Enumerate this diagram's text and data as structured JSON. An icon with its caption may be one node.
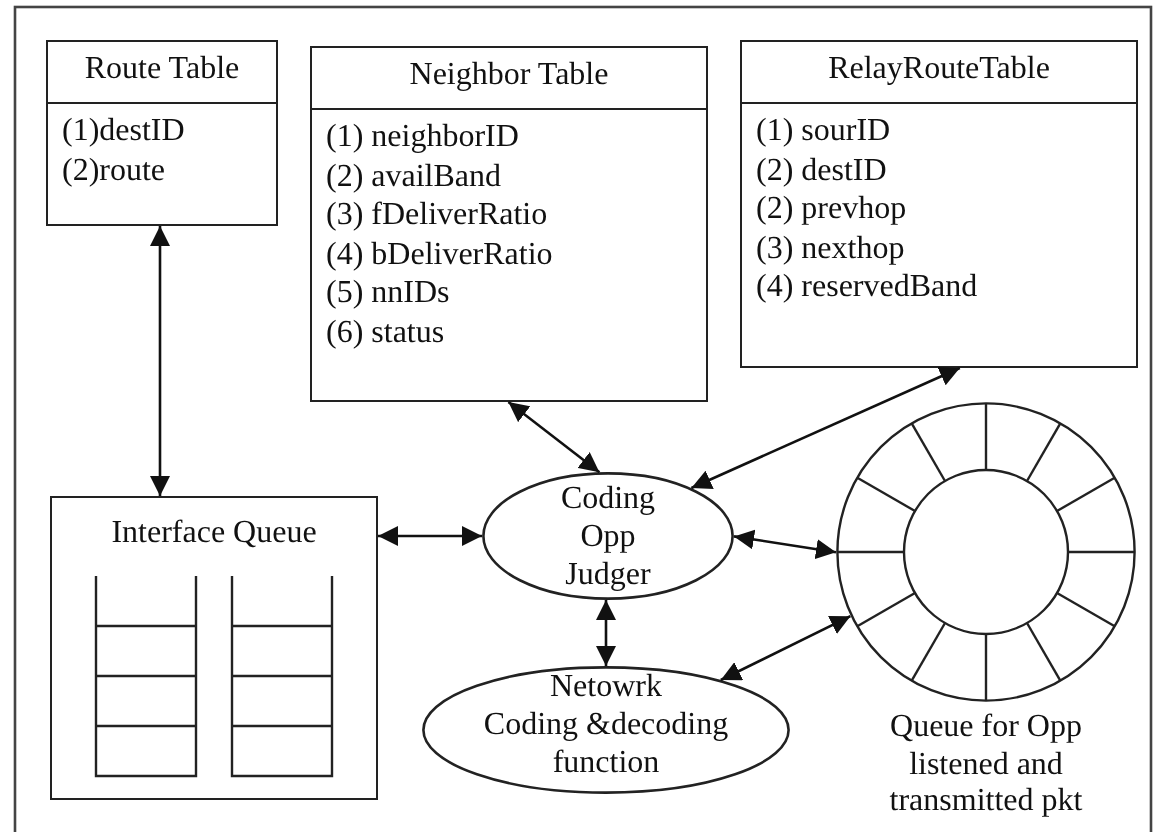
{
  "diagram": {
    "nodes": [
      {
        "text": [
          "Route Table",
          "(1)destID",
          "(2)route"
        ]
      },
      {
        "text": [
          "Neighbor Table",
          "(1) neighborID",
          "(2) availBand",
          "(3) fDeliverRatio",
          "(4) bDeliverRatio",
          "(5) nnIDs",
          "(6) status"
        ]
      },
      {
        "text": [
          "RelayRouteTable",
          "(1) sourID",
          "(2) destID",
          "(2) prevhop",
          "(3) nexthop",
          "(4) reservedBand"
        ]
      },
      {
        "text": [
          "Interface Queue"
        ]
      },
      {
        "text": [
          "Coding Opp Judger"
        ]
      },
      {
        "text": [
          "Netowrk",
          "Coding &decoding function"
        ]
      },
      {
        "text": [],
        "shape": "circle",
        "beside": [
          "Queue for Opp listened and transmitted pkt"
        ]
      }
    ],
    "edges": [
      {
        "from": 0,
        "to": 3,
        "arrow": "both"
      },
      {
        "from": 3,
        "to": 4,
        "arrow": "both"
      },
      {
        "from": 1,
        "to": 4,
        "arrow": "both"
      },
      {
        "from": 2,
        "to": 4,
        "arrow": "both"
      },
      {
        "from": 4,
        "to": 6,
        "arrow": "both"
      },
      {
        "from": 4,
        "to": 5,
        "arrow": "both"
      },
      {
        "from": 5,
        "to": 6,
        "arrow": "both"
      }
    ]
  }
}
